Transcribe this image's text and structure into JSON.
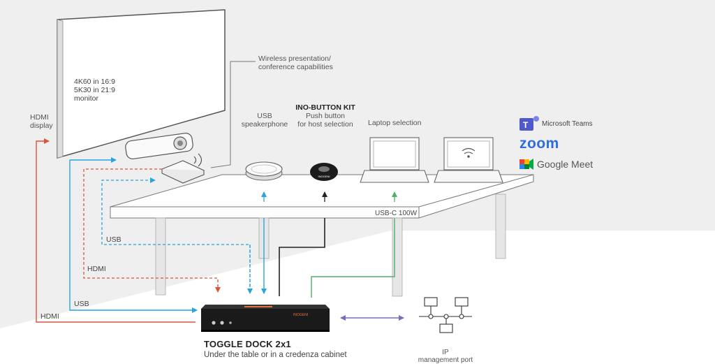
{
  "monitor": {
    "spec_lines": [
      "4K60 in 16:9",
      "5K30 in 21:9",
      "monitor"
    ]
  },
  "callouts": {
    "wireless_lines": [
      "Wireless presentation/",
      "conference capabilities"
    ],
    "usb_speaker_lines": [
      "USB",
      "speakerphone"
    ],
    "ino_button_title": "INO-BUTTON KIT",
    "ino_button_lines": [
      "Push button",
      "for host selection"
    ],
    "laptop_selection": "Laptop selection",
    "hdmi_display_lines": [
      "HDMI",
      "display"
    ],
    "usbc": "USB-C 100W"
  },
  "wire_labels": {
    "usb_upper": "USB",
    "hdmi_upper": "HDMI",
    "usb_lower": "USB",
    "hdmi_lower": "HDMI"
  },
  "dock": {
    "title": "TOGGLE DOCK 2x1",
    "subtitle": "Under the table or in a credenza cabinet",
    "brand": "INOGENI"
  },
  "network": {
    "label_lines": [
      "IP",
      "management port"
    ]
  },
  "button_device": {
    "brand": "INOGENI"
  },
  "brands": {
    "teams": "Microsoft Teams",
    "zoom": "zoom",
    "meet": "Google Meet"
  },
  "colors": {
    "usb": "#29A3DC",
    "hdmi": "#D9553A",
    "usbc": "#4FAE6B",
    "network": "#7D6BB8",
    "black": "#222222"
  }
}
